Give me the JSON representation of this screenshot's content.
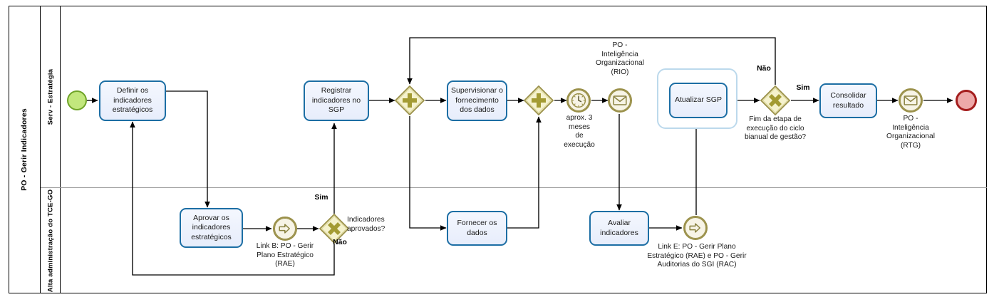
{
  "diagram": {
    "type": "bpmn-process-diagram",
    "pool": {
      "label": "PO - Gerir Indicadores"
    },
    "lanes": [
      {
        "id": "lane-serv-estrategia",
        "label": "Serv - Estratégia"
      },
      {
        "id": "lane-alta-administracao",
        "label": "Alta administração do TCE-GO"
      }
    ],
    "colors": {
      "task_border": "#1c6ea4",
      "task_fill": "#eaf0fc",
      "gateway_stroke": "#9a9049",
      "gateway_fill": "#f5f2cd",
      "gateway_mark": "#a39b33",
      "start_event_border": "#6fa428",
      "start_event_fill": "#c2e77d",
      "end_event_border": "#a41d1d",
      "end_event_fill": "#eda9a9",
      "intermediate_event_stroke": "#9a9049",
      "subprocess_border": "#bcd9ec",
      "connector": "#000000",
      "lane_divider": "#9a9a9a"
    },
    "nodes": {
      "start_event": {
        "name": "start-event",
        "type": "start-event",
        "label": ""
      },
      "task_definir": {
        "name": "task-definir-indicadores",
        "type": "task",
        "label": "Definir os\nindicadores\nestratégicos"
      },
      "task_aprovar": {
        "name": "task-aprovar-indicadores",
        "type": "task",
        "label": "Aprovar os\nindicadores\nestratégicos"
      },
      "link_b": {
        "name": "link-event-b",
        "type": "link-intermediate-event",
        "label": "Link B: PO - Gerir\nPlano Estratégico\n(RAE)"
      },
      "gw_aprovados": {
        "name": "gateway-indicadores-aprovados",
        "type": "exclusive-gateway",
        "label": "Indicadores\naprovados?",
        "branch_yes": "Sim",
        "branch_no": "Não"
      },
      "task_registrar": {
        "name": "task-registrar-indicadores-sgp",
        "type": "task",
        "label": "Registrar\nindicadores no\nSGP"
      },
      "gw_split": {
        "name": "gateway-parallel-split",
        "type": "parallel-gateway",
        "label": ""
      },
      "task_supervisionar": {
        "name": "task-supervisionar-fornecimento",
        "type": "task",
        "label": "Supervisionar\no fornecimento\ndos dados"
      },
      "task_fornecer": {
        "name": "task-fornecer-dados",
        "type": "task",
        "label": "Fornecer os\ndados"
      },
      "gw_join": {
        "name": "gateway-parallel-join",
        "type": "parallel-gateway",
        "label": ""
      },
      "timer_event": {
        "name": "timer-intermediate-event",
        "type": "timer-intermediate-event",
        "label": "aprox. 3\nmeses\nde\nexecução"
      },
      "msg_rio": {
        "name": "message-event-rio",
        "type": "message-intermediate-event",
        "label": "PO -\nInteligência\nOrganizacional\n(RIO)"
      },
      "task_avaliar": {
        "name": "task-avaliar-indicadores",
        "type": "task",
        "label": "Avaliar\nindicadores"
      },
      "link_e": {
        "name": "link-event-e",
        "type": "link-intermediate-event",
        "label": "Link E: PO - Gerir Plano\nEstratégico (RAE) e PO - Gerir\nAuditorias do SGI (RAC)"
      },
      "subprocess": {
        "name": "subprocess-atualizar-sgp",
        "type": "subprocess",
        "label": ""
      },
      "task_atualizar": {
        "name": "task-atualizar-sgp",
        "type": "task",
        "label": "Atualizar SGP"
      },
      "gw_fim_etapa": {
        "name": "gateway-fim-etapa-execucao",
        "type": "exclusive-gateway",
        "label": "Fim da etapa de\nexecução do ciclo\nbianual de gestão?",
        "branch_yes": "Sim",
        "branch_no": "Não"
      },
      "task_consolidar": {
        "name": "task-consolidar-resultado",
        "type": "task",
        "label": "Consolidar\nresultado"
      },
      "msg_rtg": {
        "name": "message-event-rtg",
        "type": "message-intermediate-event",
        "label": "PO -\nInteligência\nOrganizacional\n(RTG)"
      },
      "end_event": {
        "name": "end-event",
        "type": "end-event",
        "label": ""
      }
    }
  }
}
